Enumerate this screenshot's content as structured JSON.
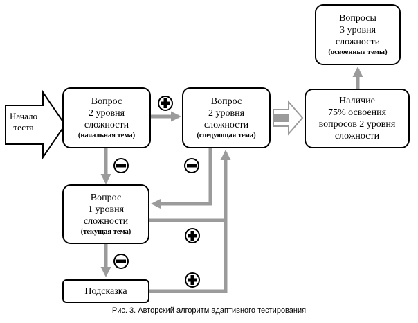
{
  "start": {
    "line1": "Начало",
    "line2": "теста"
  },
  "q2_start": {
    "l1": "Вопрос",
    "l2": "2 уровня",
    "l3": "сложности",
    "sub": "(начальная тема)"
  },
  "q2_next": {
    "l1": "Вопрос",
    "l2": "2 уровня",
    "l3": "сложности",
    "sub": "(следующая тема)"
  },
  "condition": {
    "l1": "Наличие",
    "l2": "75% освоения",
    "l3": "вопросов 2 уровня",
    "l4": "сложности"
  },
  "q3": {
    "l1": "Вопросы",
    "l2": "3 уровня",
    "l3": "сложности",
    "sub": "(освоенные темы)"
  },
  "q1": {
    "l1": "Вопрос",
    "l2": "1 уровня",
    "l3": "сложности",
    "sub": "(текущая тема)"
  },
  "hint": {
    "label": "Подсказка"
  },
  "caption": "Рис. 3. Авторский алгоритм адаптивного тестирования",
  "colors": {
    "arrow": "#9b9b9b",
    "stroke": "#000000"
  }
}
